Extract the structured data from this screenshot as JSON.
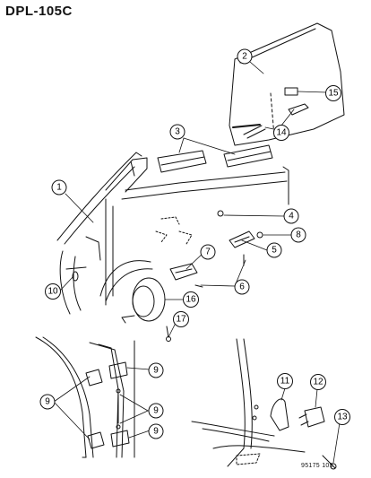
{
  "header": {
    "diagram_code": "DPL-105C"
  },
  "footer": {
    "reference_number": "95175 105"
  },
  "callouts": [
    {
      "id": "c1",
      "label": "1"
    },
    {
      "id": "c2",
      "label": "2"
    },
    {
      "id": "c3",
      "label": "3"
    },
    {
      "id": "c4",
      "label": "4"
    },
    {
      "id": "c5",
      "label": "5"
    },
    {
      "id": "c6",
      "label": "6"
    },
    {
      "id": "c7",
      "label": "7"
    },
    {
      "id": "c8",
      "label": "8"
    },
    {
      "id": "c9a",
      "label": "9"
    },
    {
      "id": "c9b",
      "label": "9"
    },
    {
      "id": "c9c",
      "label": "9"
    },
    {
      "id": "c9d",
      "label": "9"
    },
    {
      "id": "c10",
      "label": "10"
    },
    {
      "id": "c11",
      "label": "11"
    },
    {
      "id": "c12",
      "label": "12"
    },
    {
      "id": "c13",
      "label": "13"
    },
    {
      "id": "c14",
      "label": "14"
    },
    {
      "id": "c15",
      "label": "15"
    },
    {
      "id": "c16",
      "label": "16"
    },
    {
      "id": "c17",
      "label": "17"
    }
  ]
}
